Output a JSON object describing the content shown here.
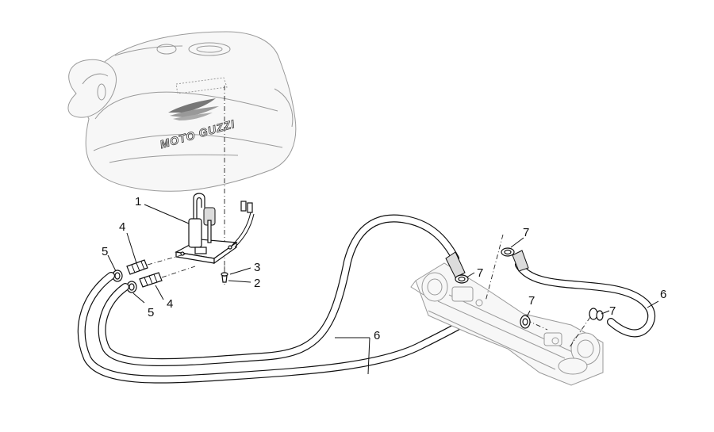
{
  "diagram": {
    "brand_logo_text": "MOTO GUZZI",
    "callouts": [
      {
        "id": "1",
        "label": "1"
      },
      {
        "id": "2",
        "label": "2"
      },
      {
        "id": "3",
        "label": "3"
      },
      {
        "id": "4a",
        "label": "4"
      },
      {
        "id": "4b",
        "label": "4"
      },
      {
        "id": "5a",
        "label": "5"
      },
      {
        "id": "5b",
        "label": "5"
      },
      {
        "id": "6a",
        "label": "6"
      },
      {
        "id": "6b",
        "label": "6"
      },
      {
        "id": "7a",
        "label": "7"
      },
      {
        "id": "7b",
        "label": "7"
      },
      {
        "id": "7c",
        "label": "7"
      },
      {
        "id": "7d",
        "label": "7"
      }
    ],
    "colors": {
      "line": "#111111",
      "ghost": "#9a9a9a",
      "background": "#ffffff"
    }
  }
}
